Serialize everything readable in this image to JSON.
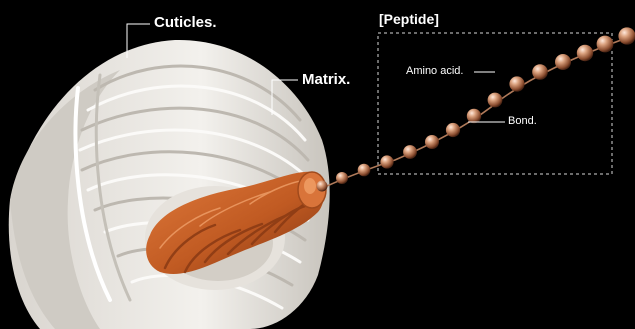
{
  "labels": {
    "cuticles": "Cuticles.",
    "matrix": "Matrix.",
    "peptide": "[Peptide]",
    "amino_acid": "Amino acid.",
    "bond": "Bond."
  },
  "colors": {
    "background": "#000000",
    "cuticle_white": "#ece9e4",
    "cuticle_shadow": "#b9b5ae",
    "matrix_orange": "#c8612a",
    "matrix_dark": "#8a3a14",
    "bead_copper": "#d49a7a",
    "leader_line": "#ffffff"
  }
}
